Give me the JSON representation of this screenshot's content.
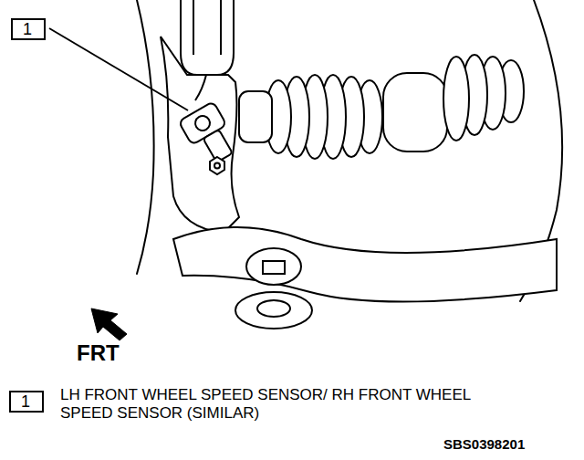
{
  "diagram": {
    "nodes": [
      {
        "text": [
          "1"
        ]
      },
      {
        "text": [
          "1"
        ]
      }
    ],
    "labels": [
      "FRT",
      "LH FRONT WHEEL SPEED SENSOR/ RH FRONT WHEEL SPEED SENSOR (SIMILAR)",
      "SBS0398201"
    ]
  }
}
